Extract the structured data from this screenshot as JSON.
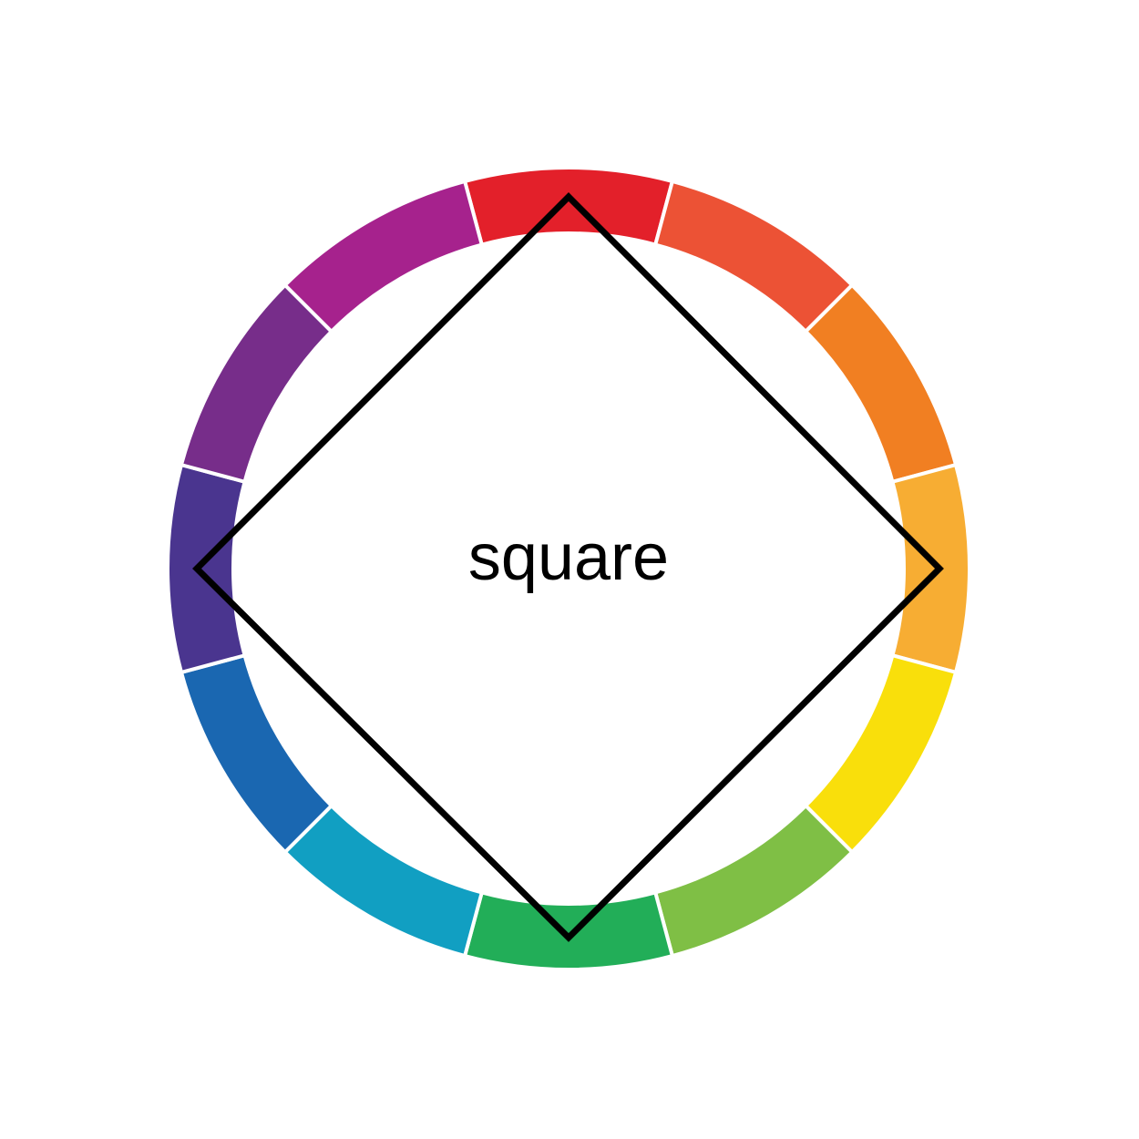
{
  "label": "square",
  "colors": {
    "background": "#ffffff",
    "outline": "#000000",
    "separator": "#ffffff"
  },
  "wheel": {
    "segments": [
      {
        "name": "red",
        "color": "#e3202a"
      },
      {
        "name": "red-orange",
        "color": "#ec5235"
      },
      {
        "name": "orange",
        "color": "#f17f22"
      },
      {
        "name": "yellow-orange",
        "color": "#f7ad33"
      },
      {
        "name": "yellow",
        "color": "#f9df0b"
      },
      {
        "name": "yellow-green",
        "color": "#7fbf45"
      },
      {
        "name": "green",
        "color": "#22ae58"
      },
      {
        "name": "blue-green",
        "color": "#119fc2"
      },
      {
        "name": "blue",
        "color": "#1a67b1"
      },
      {
        "name": "blue-violet",
        "color": "#4a358f"
      },
      {
        "name": "violet",
        "color": "#772d8a"
      },
      {
        "name": "red-violet",
        "color": "#a6228d"
      }
    ]
  },
  "scheme": {
    "type": "square",
    "highlighted_segments": [
      "red",
      "yellow-orange",
      "green",
      "blue-violet"
    ]
  }
}
